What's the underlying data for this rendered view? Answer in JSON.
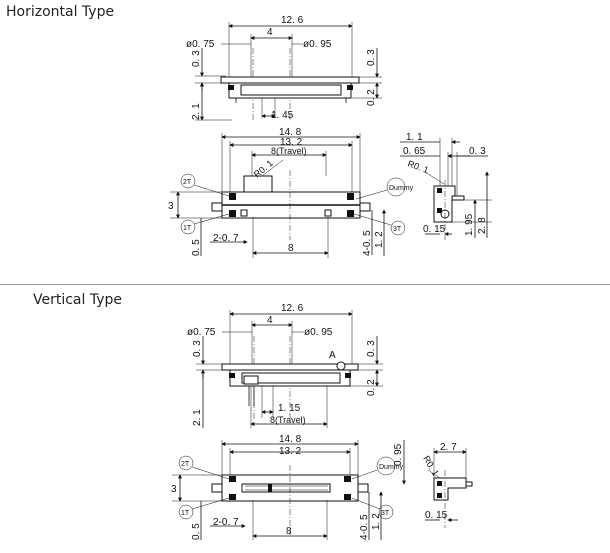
{
  "sections": {
    "horizontal": {
      "title": "Horizontal Type",
      "top_view": {
        "width": "12. 6",
        "hole_spacing": "4",
        "hole_left": "ø0. 75",
        "hole_right": "ø0. 95",
        "left_height": "0. 3",
        "right_height": "0. 3",
        "lower_left": "2. 1",
        "lower_right": "0. 2",
        "pin_pitch": "1. 45"
      },
      "front_view": {
        "overall": "14. 8",
        "body": "13. 2",
        "travel": "8(Travel)",
        "radius": "R0. 1",
        "terminal_2": "2T",
        "terminal_1": "1T",
        "terminal_3": "3T",
        "dummy": "Dummy",
        "height": "3",
        "lower_left": "0. 5",
        "pin_offset": "2-0. 7",
        "pin_spacing": "8",
        "right_a": "4-0. 5",
        "right_b": "1. 2"
      },
      "side_view": {
        "d1": "1. 1",
        "d2": "0. 65",
        "d3": "0. 3",
        "radius": "R0. 1",
        "d4": "0. 15",
        "d5": "1. 95",
        "d6": "2. 8"
      }
    },
    "vertical": {
      "title": "Vertical Type",
      "top_view": {
        "width": "12. 6",
        "hole_spacing": "4",
        "hole_left": "ø0. 75",
        "hole_right": "ø0. 95",
        "marker": "A",
        "left_height": "0. 3",
        "right_height": "0. 3",
        "lower_left": "2. 1",
        "lower_right": "0. 2",
        "pin_pitch": "1. 15",
        "travel": "8(Travel)"
      },
      "front_view": {
        "overall": "14. 8",
        "body": "13. 2",
        "terminal_2": "2T",
        "terminal_1": "1T",
        "terminal_3": "3T",
        "dummy": "Dummy",
        "height": "3",
        "lower_left": "0. 5",
        "pin_offset": "2-0. 7",
        "pin_spacing": "8",
        "right_a": "4-0. 5",
        "right_b": "1. 2",
        "right_top": "0. 95"
      },
      "side_view": {
        "d1": "2. 7",
        "radius": "R0. 1",
        "d4": "0. 15"
      }
    }
  }
}
